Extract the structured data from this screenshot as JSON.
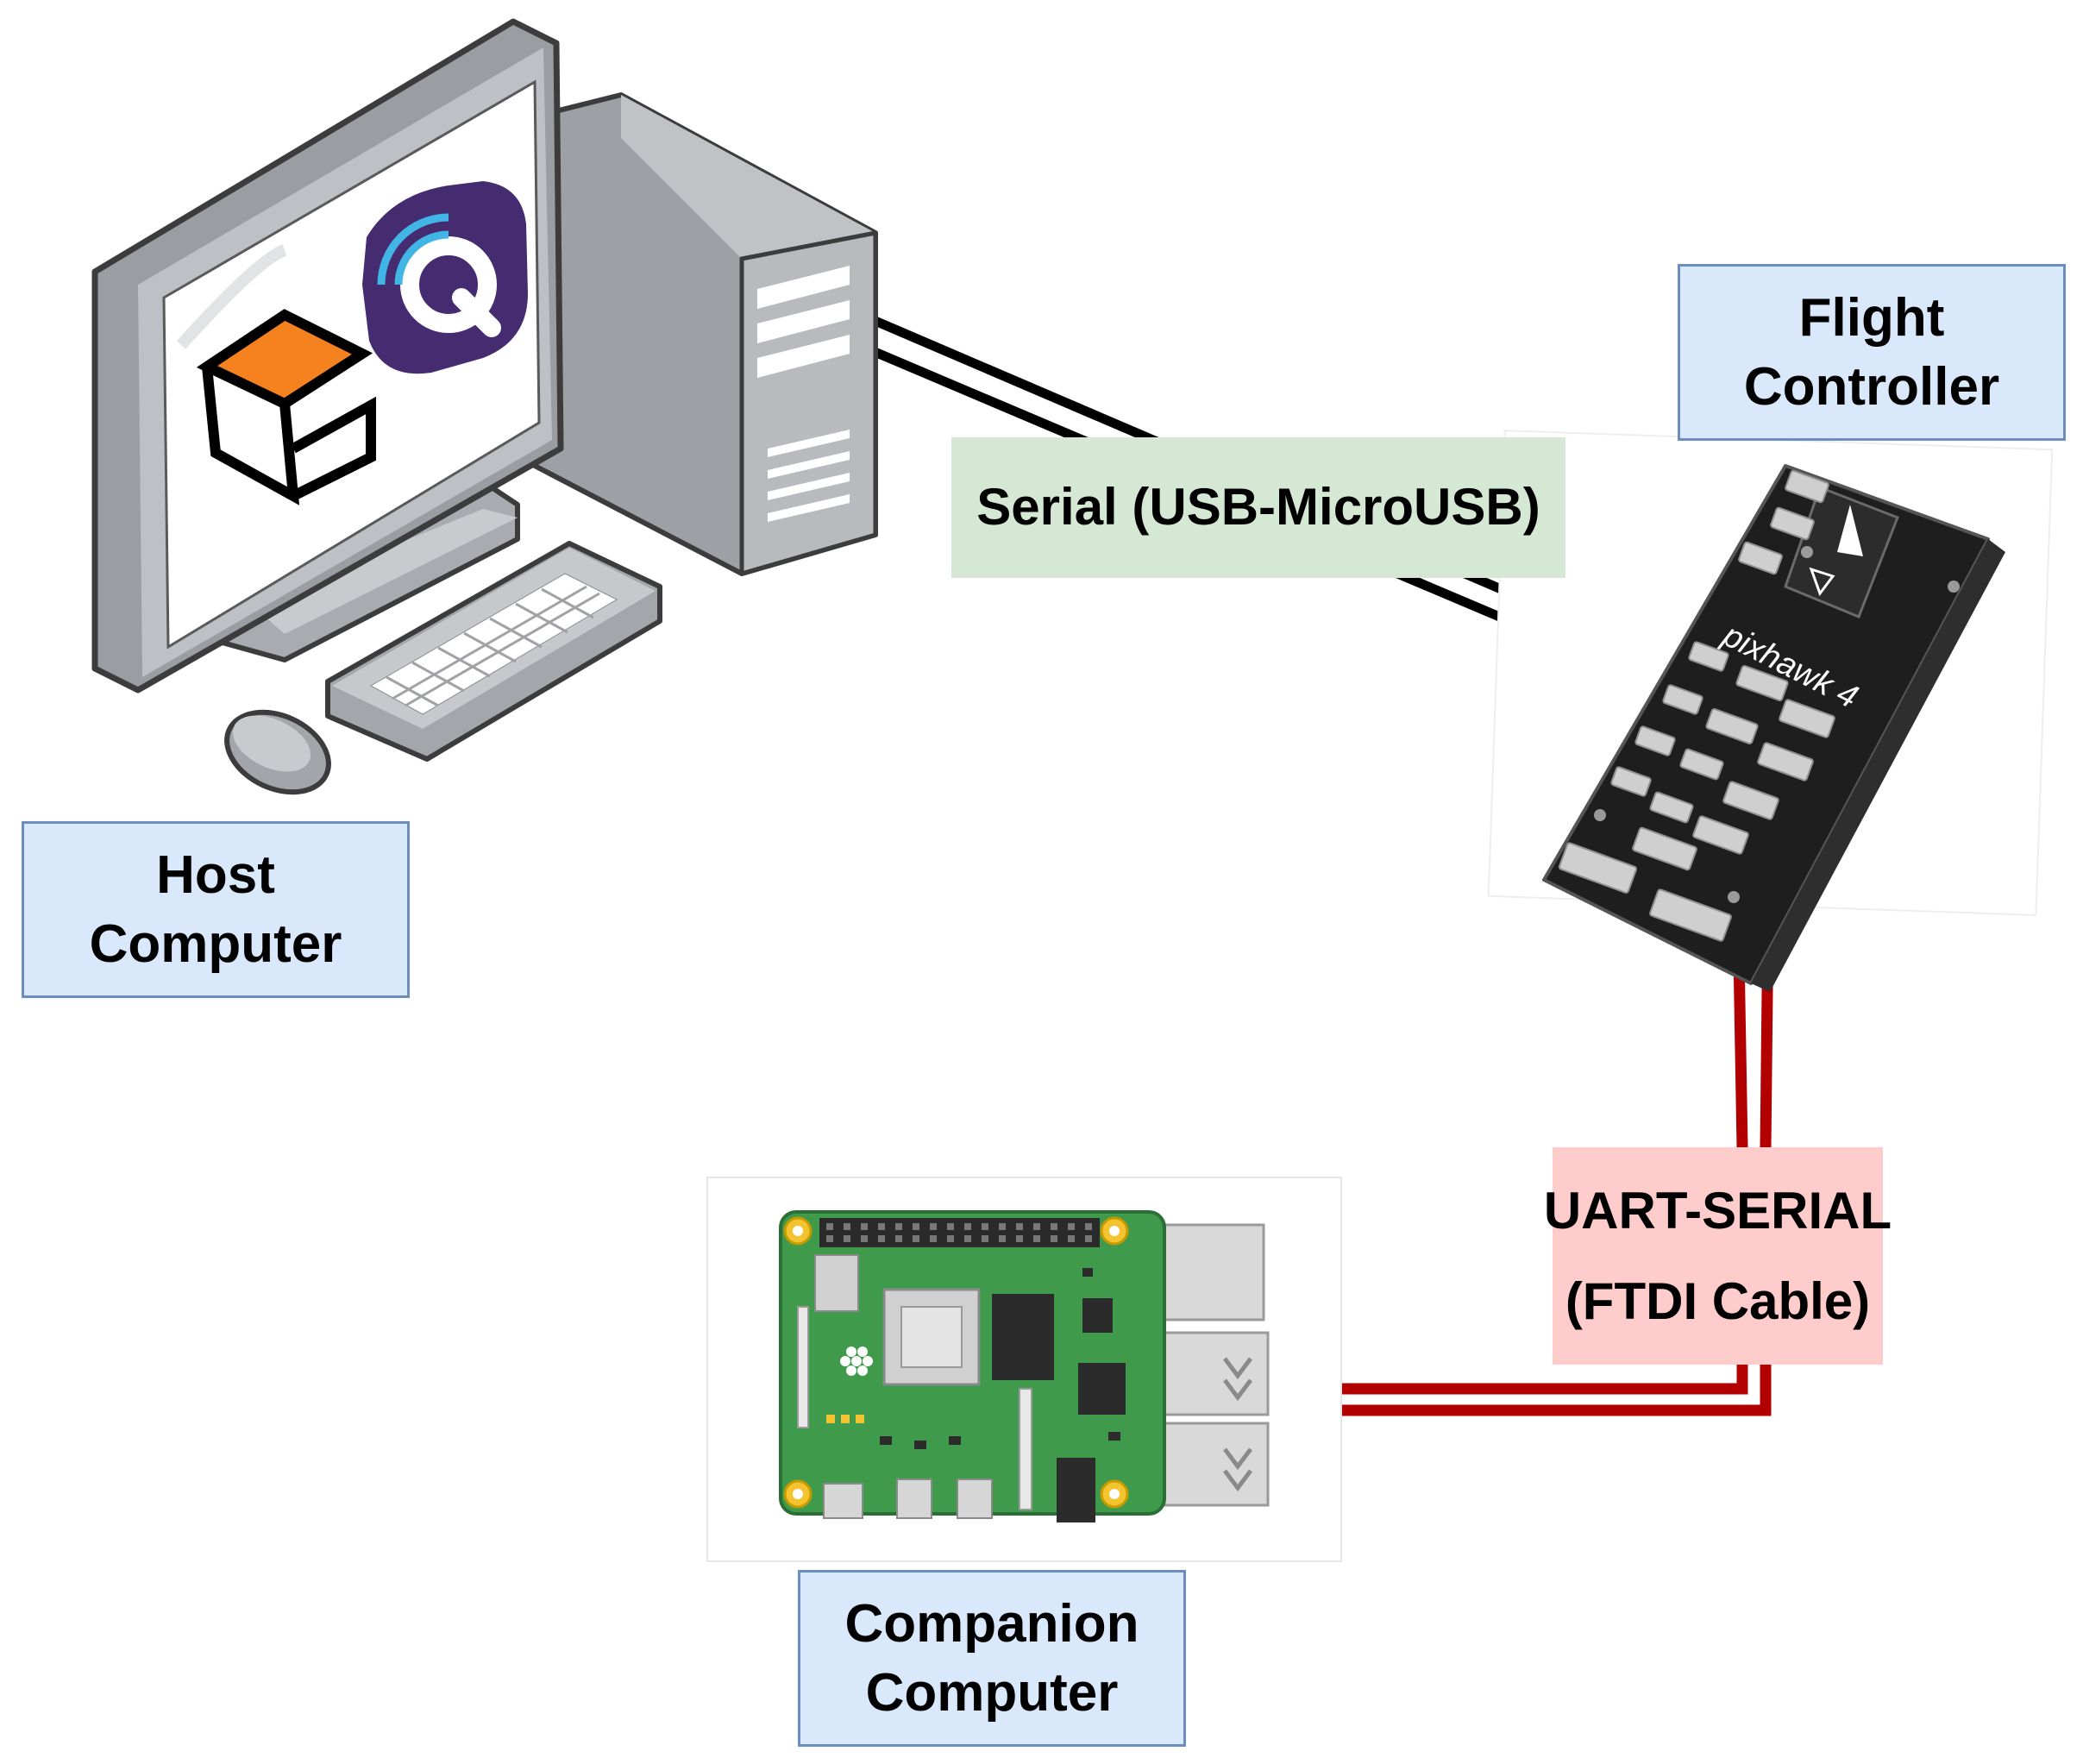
{
  "colors": {
    "node_fill": "#dae8fc",
    "node_border": "#6c8ebf",
    "usb_label_fill": "#d5e8d4",
    "uart_label_fill": "#ffcccc",
    "usb_cable": "#000000",
    "uart_cable": "#b20000",
    "board_pcb": "#3f9a4c",
    "flight_controller_body": "#1e1e1e",
    "qgc_icon": "#452b70"
  },
  "icons": {
    "host_computer": "desktop-computer-icon",
    "ground_station": "qgroundcontrol-icon",
    "px4_logo": "px4-logo-icon",
    "flight_controller": "pixhawk-board-icon",
    "companion_computer": "raspberry-pi-board-icon"
  },
  "nodes": {
    "host": {
      "line1": "Host",
      "line2": "Computer"
    },
    "flight_controller": {
      "line1": "Flight",
      "line2": "Controller",
      "brand": "pixhawk 4"
    },
    "companion": {
      "line1": "Companion",
      "line2": "Computer"
    }
  },
  "connections": {
    "usb": {
      "label": "Serial (USB-MicroUSB)"
    },
    "uart": {
      "line1": "UART-SERIAL",
      "line2": "(FTDI Cable)"
    }
  }
}
